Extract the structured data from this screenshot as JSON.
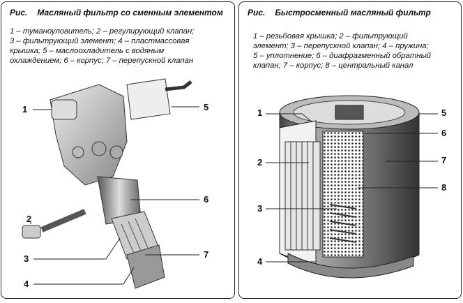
{
  "left_panel": {
    "title_prefix": "Рис.",
    "title": "Масляный фильтр со сменным элементом",
    "legend_lines": [
      "1 – туманоуловитель; 2 – регулирующий клапан;",
      "3 – фильтрующий элемент; 4 – пластмассовая",
      "крышка; 5 – маслоохладитель с водяным",
      "охлаждением; 6 – корпус; 7 – перепускной клапан"
    ],
    "callouts": [
      "1",
      "2",
      "3",
      "4",
      "5",
      "6",
      "7"
    ]
  },
  "right_panel": {
    "title_prefix": "Рис.",
    "title": "Быстросменный масляный фильтр",
    "legend_lines": [
      "1 – резьбовая крышка; 2 – фильтрующий",
      "элемент; 3 – перепускной клапан; 4 – пружина;",
      "5 – уплотнение; 6 – диафрагменный обратный",
      "клапан; 7 – корпус; 8 – центральный канал"
    ],
    "callouts": [
      "1",
      "2",
      "3",
      "4",
      "5",
      "6",
      "7",
      "8"
    ]
  }
}
